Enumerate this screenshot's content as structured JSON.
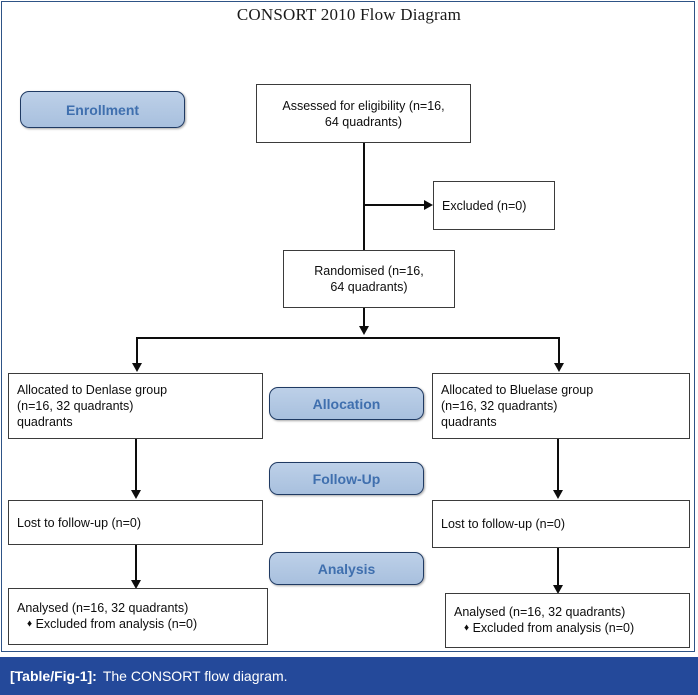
{
  "figure": {
    "title": "CONSORT 2010 Flow Diagram"
  },
  "stages": [
    {
      "name": "enrollment",
      "label": "Enrollment"
    },
    {
      "name": "allocation",
      "label": "Allocation"
    },
    {
      "name": "follow-up",
      "label": "Follow-Up"
    },
    {
      "name": "analysis",
      "label": "Analysis"
    }
  ],
  "nodes": {
    "assessed": {
      "line1": "Assessed for eligibility (n=16,",
      "line2": "64 quadrants)"
    },
    "excluded": {
      "line1": "Excluded (n=0)"
    },
    "randomised": {
      "line1": "Randomised (n=16,",
      "line2": "64 quadrants)"
    },
    "allocated_left": {
      "line1": "Allocated to Denlase group",
      "line2": "(n=16, 32 quadrants)",
      "line3": "quadrants"
    },
    "allocated_right": {
      "line1": "Allocated to Bluelase group",
      "line2": "(n=16, 32 quadrants)",
      "line3": "quadrants"
    },
    "lost_left": {
      "line1": "Lost to follow-up (n=0)"
    },
    "lost_right": {
      "line1": "Lost to follow-up (n=0)"
    },
    "analysed_left": {
      "line1": "Analysed (n=16, 32 quadrants)",
      "bullet": "♦",
      "line2": "Excluded from analysis (n=0)"
    },
    "analysed_right": {
      "line1": "Analysed (n=16, 32 quadrants)",
      "bullet": "♦",
      "line2": "Excluded from analysis (n=0)"
    }
  },
  "caption": {
    "label": "[Table/Fig-1]:",
    "text": "The CONSORT flow diagram."
  },
  "colors": {
    "frame_border": "#2e5386",
    "box_border": "#3b3b3b",
    "pill_fill": "#a8c0de",
    "pill_border": "#1f3a63",
    "pill_text": "#3f6fae",
    "caption_bar": "#24499a",
    "connector": "#0d0d0d"
  }
}
